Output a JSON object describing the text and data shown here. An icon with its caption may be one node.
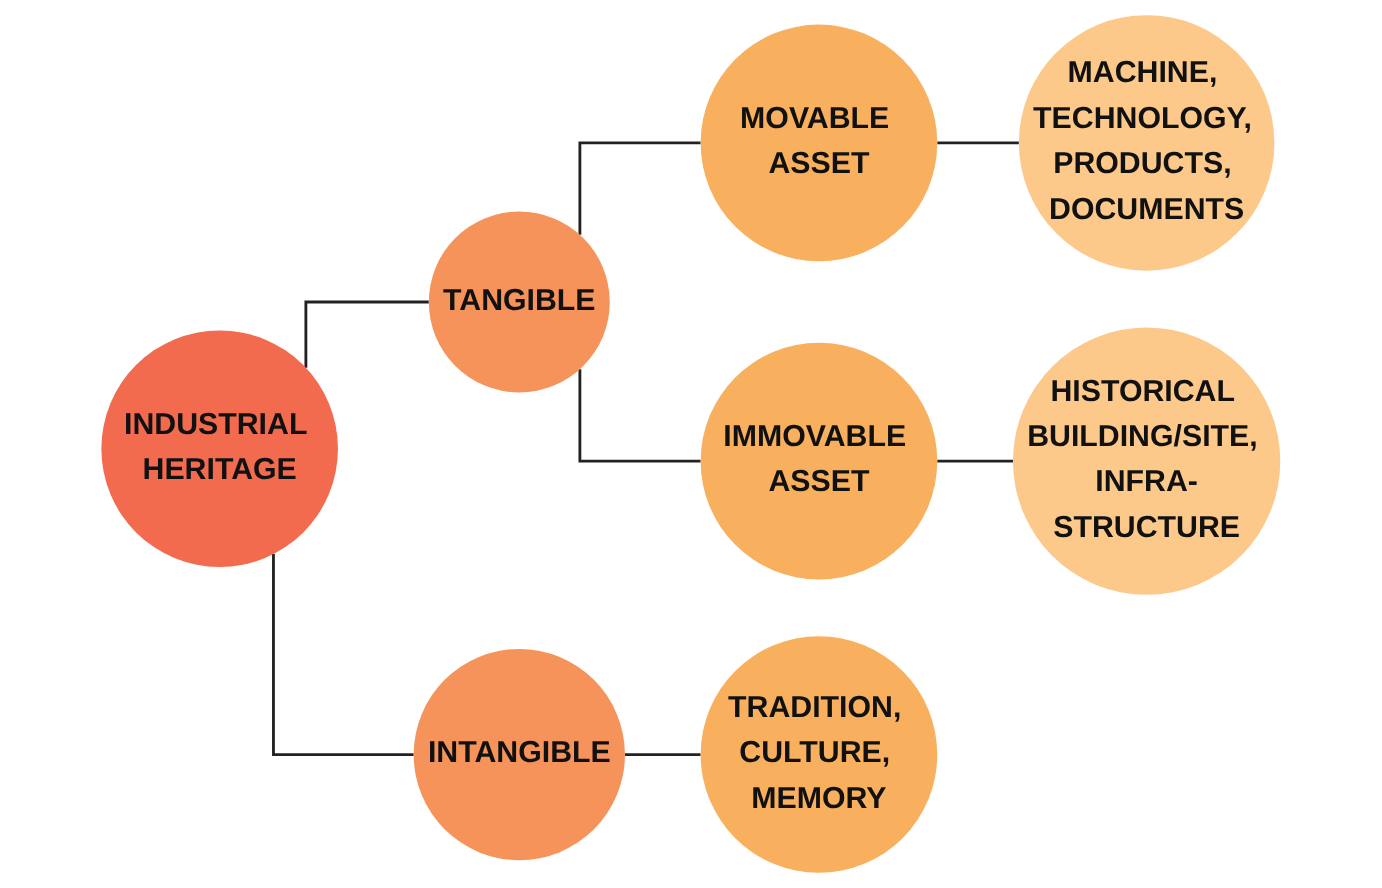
{
  "diagram": {
    "nodes": [
      {
        "text": [
          "INDUSTRIAL HERITAGE"
        ]
      },
      {
        "text": [
          "TANGIBLE"
        ]
      },
      {
        "text": [
          "MOVABLE ASSET"
        ]
      },
      {
        "text": [
          "MACHINE, TECHNOLOGY, PRODUCTS, DOCUMENTS"
        ]
      },
      {
        "text": [
          "IMMOVABLE ASSET"
        ]
      },
      {
        "text": [
          "HISTORICAL BUILDING/SITE, INFRA-STRUCTURE"
        ]
      },
      {
        "text": [
          "INTANGIBLE"
        ]
      },
      {
        "text": [
          "TRADITION, CULTURE, MEMORY"
        ]
      }
    ],
    "edges": [
      {
        "from": 0,
        "to": 1,
        "arrow": "none"
      },
      {
        "from": 0,
        "to": 6,
        "arrow": "none"
      },
      {
        "from": 1,
        "to": 2,
        "arrow": "none"
      },
      {
        "from": 1,
        "to": 4,
        "arrow": "none"
      },
      {
        "from": 2,
        "to": 3,
        "arrow": "none"
      },
      {
        "from": 4,
        "to": 5,
        "arrow": "none"
      },
      {
        "from": 6,
        "to": 7,
        "arrow": "none"
      }
    ]
  }
}
